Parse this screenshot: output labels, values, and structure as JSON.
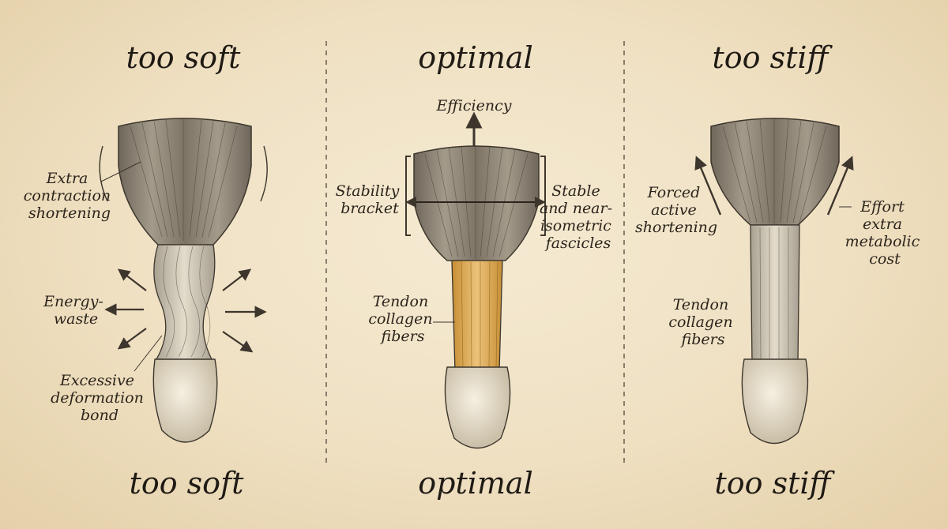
{
  "panels": [
    {
      "title_top": "too soft",
      "title_bottom": "too soft",
      "labels": {
        "extra_contraction": [
          "Extra",
          "contraction",
          "shortening"
        ],
        "energy_waste": [
          "Energy-",
          "waste"
        ],
        "excessive_deformation": [
          "Excessive",
          "deformation",
          "bond"
        ]
      }
    },
    {
      "title_top": "optimal",
      "title_bottom": "optimal",
      "labels": {
        "efficiency": "Efficiency",
        "stability_bracket": [
          "Stability",
          "bracket"
        ],
        "stable_fascicles": [
          "Stable",
          "and near-",
          "isometric",
          "fascicles"
        ],
        "tendon_fibers": [
          "Tendon",
          "collagen",
          "fibers"
        ]
      }
    },
    {
      "title_top": "too stiff",
      "title_bottom": "too stiff",
      "labels": {
        "forced_shortening": [
          "Forced",
          "active",
          "shortening"
        ],
        "effort_cost": [
          "Effort",
          "extra",
          "metabolic",
          "cost"
        ],
        "tendon_fibers": [
          "Tendon",
          "collagen",
          "fibers"
        ]
      }
    }
  ],
  "colors": {
    "paper": "#efe2c6",
    "ink": "#2b241c",
    "muscle": "#8f8677",
    "tendon_optimal": "#d9a54a",
    "bone": "#eee6d2"
  }
}
